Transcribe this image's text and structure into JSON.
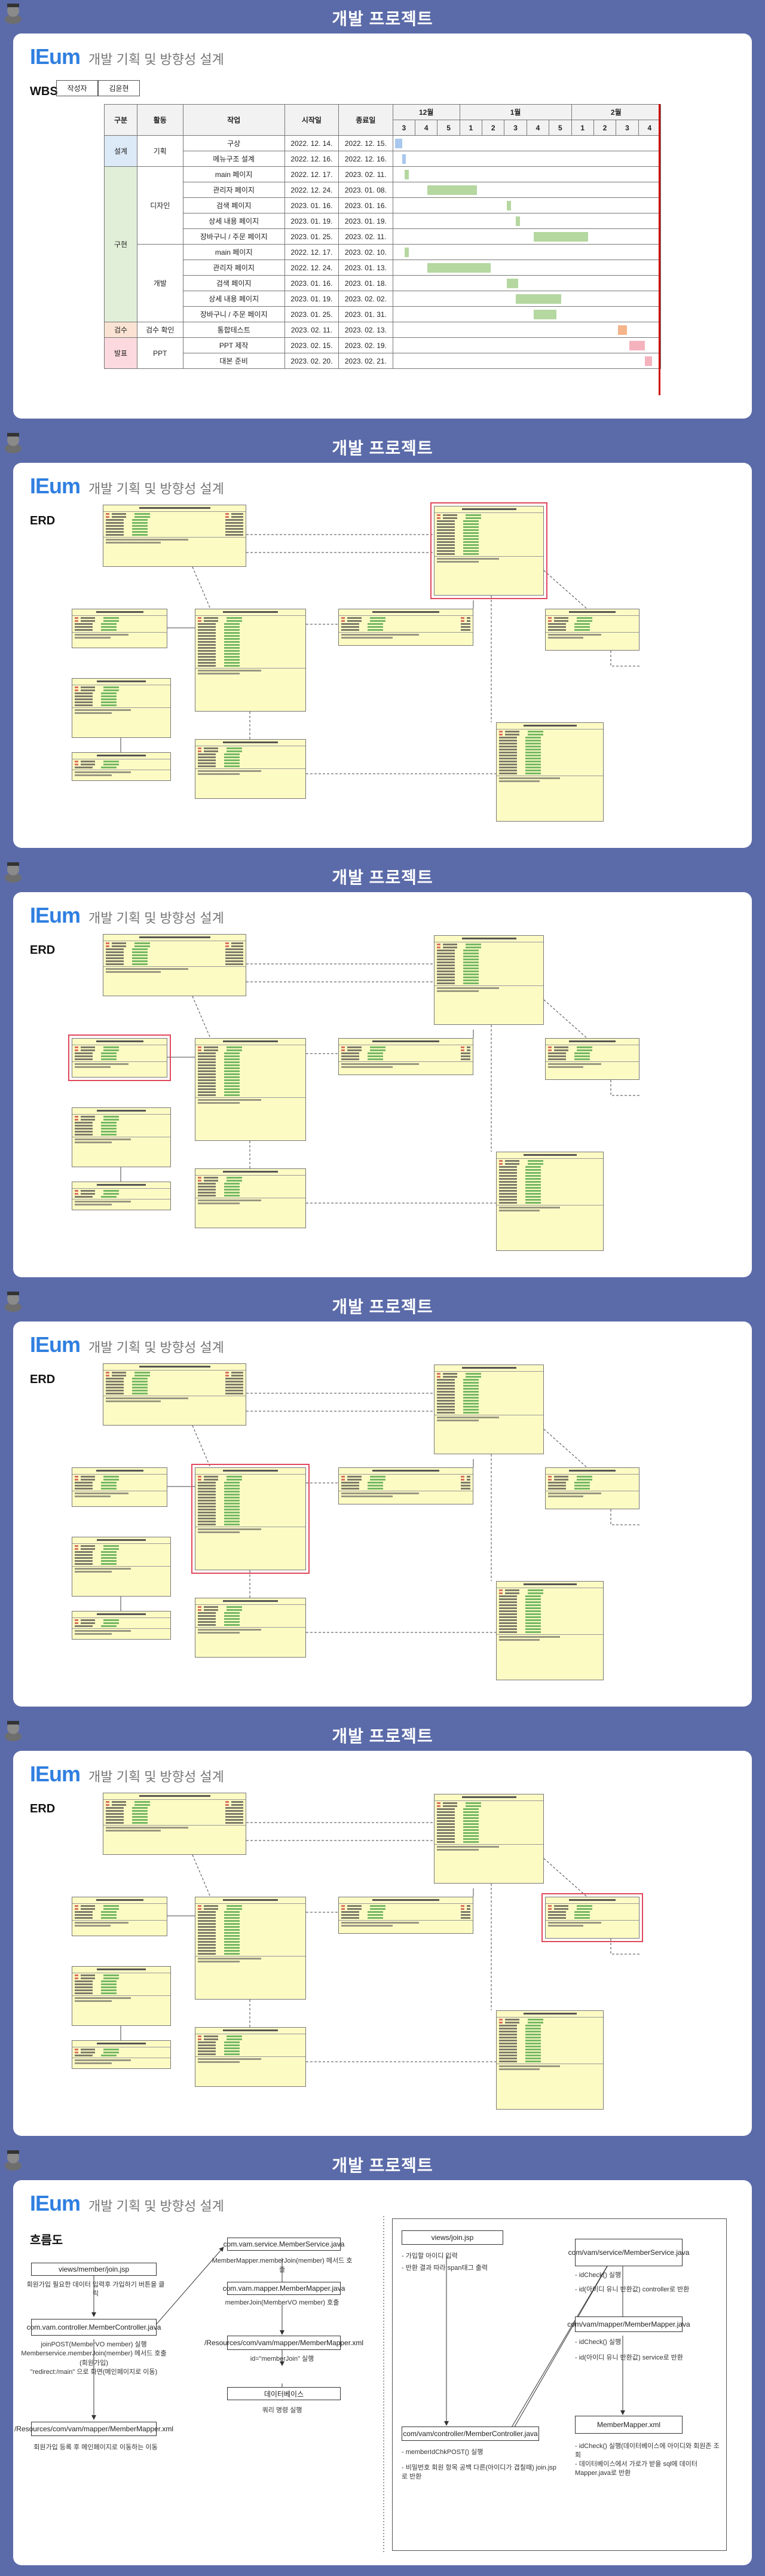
{
  "section_title": "개발 프로젝트",
  "brand": "IEum",
  "card_subtitle": "개발 기획 및 방향성 설계",
  "wbs": {
    "label": "WBS",
    "author_label": "작성자",
    "author_name": "김윤현",
    "headers": [
      "구분",
      "활동",
      "작업",
      "시작일",
      "종료일"
    ],
    "months": [
      "12월",
      "1월",
      "2월"
    ],
    "weeks": [
      "3",
      "4",
      "5",
      "1",
      "2",
      "3",
      "4",
      "5",
      "1",
      "2",
      "3",
      "4"
    ],
    "groups": [
      {
        "name": "설계",
        "color": "blue"
      },
      {
        "name": "구현",
        "color": "green"
      },
      {
        "name": "검수",
        "color": "orange"
      },
      {
        "name": "발표",
        "color": "pink"
      }
    ],
    "activities": [
      "기획",
      "디자인",
      "개발",
      "검수 확인",
      "PPT"
    ],
    "rows": [
      {
        "task": "구상",
        "start": "2022. 12. 14.",
        "end": "2022. 12. 15.",
        "bar_start_week": 0.1,
        "bar_len_weeks": 0.3,
        "kind": "b"
      },
      {
        "task": "메뉴구조 설계",
        "start": "2022. 12. 16.",
        "end": "2022. 12. 16.",
        "bar_start_week": 0.4,
        "bar_len_weeks": 0.15,
        "kind": "b"
      },
      {
        "task": "main 페이지",
        "start": "2022. 12. 17.",
        "end": "2023. 02. 11.",
        "bar_start_week": 0.5,
        "bar_len_weeks": 0.2,
        "kind": "g"
      },
      {
        "task": "관리자 페이지",
        "start": "2022. 12. 24.",
        "end": "2023. 01. 08.",
        "bar_start_week": 1.5,
        "bar_len_weeks": 2.2,
        "kind": "g"
      },
      {
        "task": "검색 페이지",
        "start": "2023. 01. 16.",
        "end": "2023. 01. 16.",
        "bar_start_week": 5.0,
        "bar_len_weeks": 0.2,
        "kind": "g"
      },
      {
        "task": "상세 내용 페이지",
        "start": "2023. 01. 19.",
        "end": "2023. 01. 19.",
        "bar_start_week": 5.4,
        "bar_len_weeks": 0.2,
        "kind": "g"
      },
      {
        "task": "장바구니 / 주문 페이지",
        "start": "2023. 01. 25.",
        "end": "2023. 02. 11.",
        "bar_start_week": 6.2,
        "bar_len_weeks": 2.4,
        "kind": "g"
      },
      {
        "task": "main 페이지",
        "start": "2022. 12. 17.",
        "end": "2023. 02. 10.",
        "bar_start_week": 0.5,
        "bar_len_weeks": 0.2,
        "kind": "g"
      },
      {
        "task": "관리자 페이지",
        "start": "2022. 12. 24.",
        "end": "2023. 01. 13.",
        "bar_start_week": 1.5,
        "bar_len_weeks": 2.8,
        "kind": "g"
      },
      {
        "task": "검색 페이지",
        "start": "2023. 01. 16.",
        "end": "2023. 01. 18.",
        "bar_start_week": 5.0,
        "bar_len_weeks": 0.5,
        "kind": "g"
      },
      {
        "task": "상세 내용 페이지",
        "start": "2023. 01. 19.",
        "end": "2023. 02. 02.",
        "bar_start_week": 5.4,
        "bar_len_weeks": 2.0,
        "kind": "g"
      },
      {
        "task": "장바구니 / 주문 페이지",
        "start": "2023. 01. 25.",
        "end": "2023. 01. 31.",
        "bar_start_week": 6.2,
        "bar_len_weeks": 1.0,
        "kind": "g"
      },
      {
        "task": "통합테스트",
        "start": "2023. 02. 11.",
        "end": "2023. 02. 13.",
        "bar_start_week": 9.9,
        "bar_len_weeks": 0.4,
        "kind": "o"
      },
      {
        "task": "PPT 제작",
        "start": "2023. 02. 15.",
        "end": "2023. 02. 19.",
        "bar_start_week": 10.4,
        "bar_len_weeks": 0.7,
        "kind": "p"
      },
      {
        "task": "대본 준비",
        "start": "2023. 02. 20.",
        "end": "2023. 02. 21.",
        "bar_start_week": 11.1,
        "bar_len_weeks": 0.3,
        "kind": "p"
      }
    ]
  },
  "erd": {
    "label": "ERD"
  },
  "flow": {
    "label": "흐름도",
    "left": {
      "box1": "views/member/join.jsp",
      "text1": "회원가입 필요한 데이터 입력후 가입하기 버튼을 클릭",
      "box2": "com.vam.controller.MemberController.java",
      "text2": "joinPOST(MemberVO member) 실행\nMemberservice.memberJoin(member) 메서드 호출(회원가입)\n\"redirect:/main\" 으로 화면(메인페이지로 이동)",
      "box3": "/Resources/com/vam/mapper/MemberMapper.xml",
      "text3": "회원가입 등록 후 메인페이지로 이동하는 이동",
      "box4": "com.vam.service.MemberService.java",
      "text4": "MemberMapper.memberJoin(member) 메서드 호출",
      "box5": "com.vam.mapper.MemberMapper.java",
      "text5": "memberJoin(MemberVO member) 호출",
      "box6": "/Resources/com/vam/mapper/MemberMapper.xml",
      "text6": "id=\"memberJoin\" 실행",
      "box7": "데이터베이스",
      "text7": "쿼리 명령 실행"
    },
    "right": {
      "box1": "views/join.jsp",
      "text1a": "- 가입할 아이디 입력",
      "text1b": "- 반환 결과 따라 span태그 출력",
      "box2": "com/vam/controller/MemberController.java",
      "text2a": "- memberIdChkPOST() 실행",
      "text2b": "- 비밀번호 회원 항목 공백 다른(아이디가 겹칠때) join.jsp로 반환",
      "box3": "com/vam/service/MemberService.java",
      "text3a": "- idCheck() 실행",
      "text3b": "- id(아이디 유니 반환값) controller로 반환",
      "box4": "com/vam/mapper/MemberMapper.java",
      "text4a": "- idCheck() 실행",
      "text4b": "- id(아이디 유니 반환값) service로 반환",
      "box5": "MemberMapper.xml",
      "text5a": "- idCheck() 실행(데이터베이스에 아이디와 회원존 조회",
      "text5b": "- 데이터베이스에서 가로가 받을 sql에 데이터 Mapper.java로 반환"
    }
  }
}
